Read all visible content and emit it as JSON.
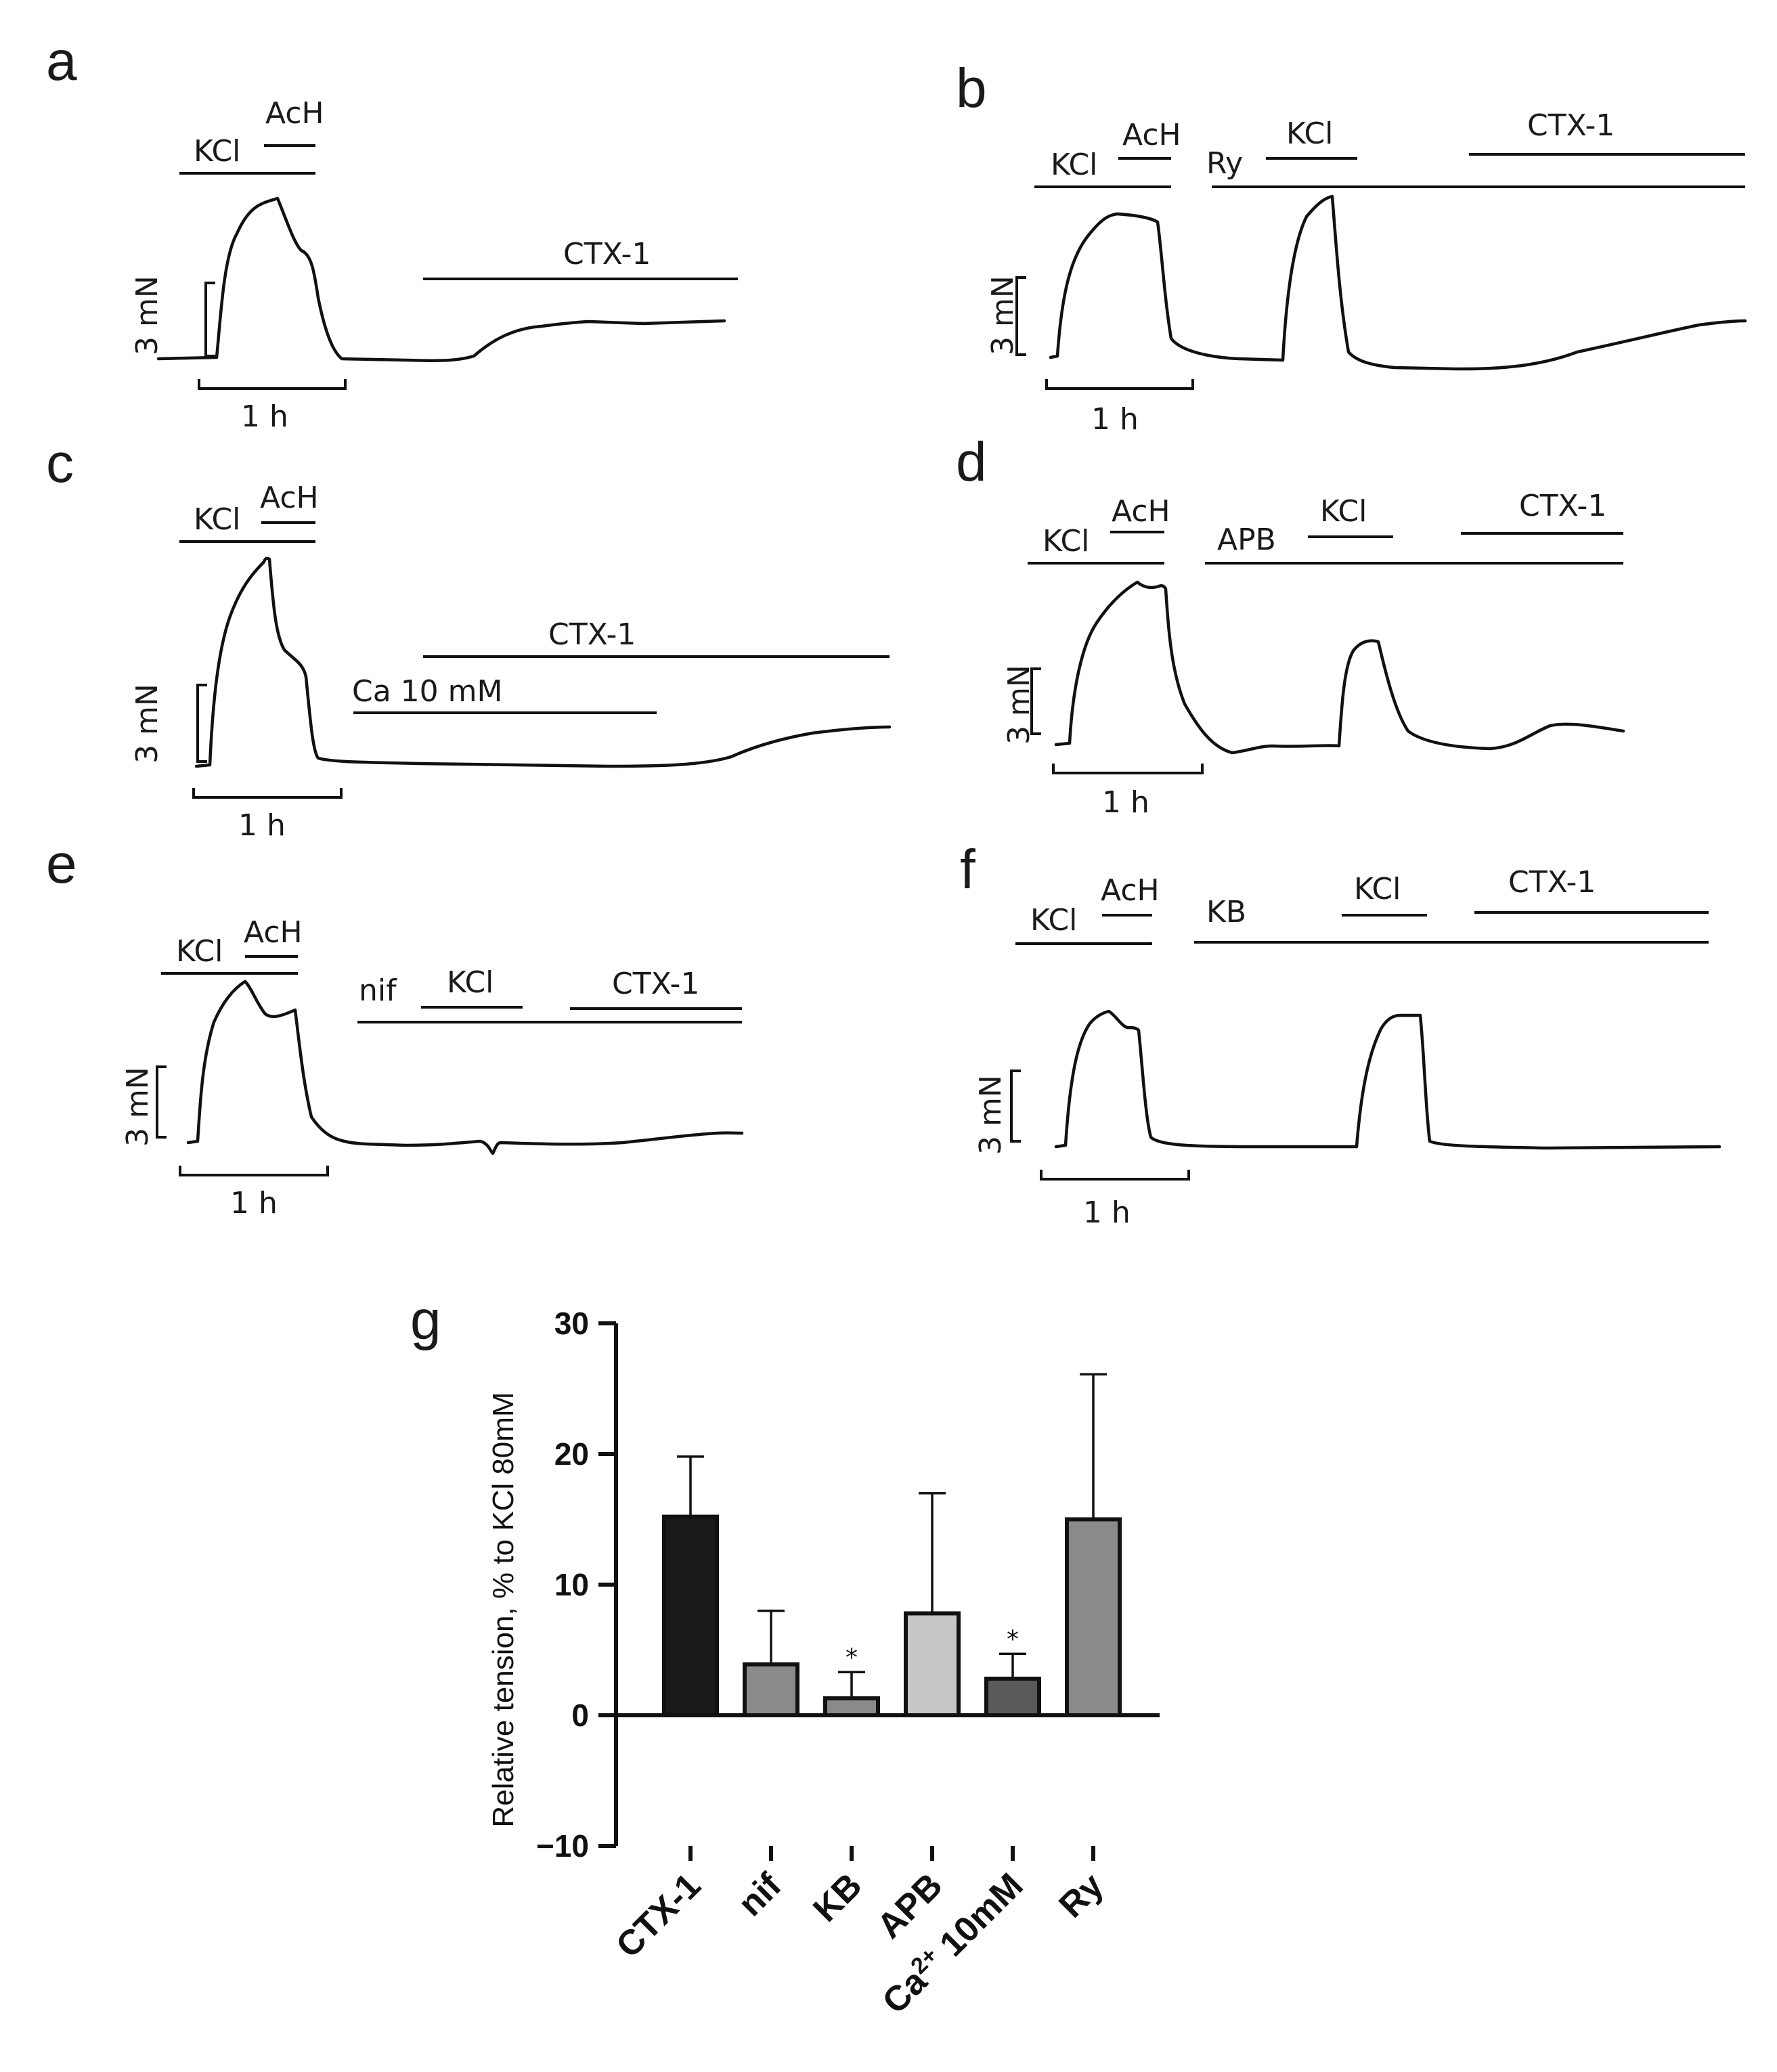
{
  "panels": {
    "a": {
      "letter": "a",
      "labels": {
        "kcl": "KCl",
        "ach": "AcH",
        "ctx": "CTX-1"
      },
      "scale": {
        "y": "3 mN",
        "x": "1 h"
      }
    },
    "b": {
      "letter": "b",
      "labels": {
        "kcl1": "KCl",
        "ach": "AcH",
        "drug": "Ry",
        "kcl2": "KCl",
        "ctx": "CTX-1"
      },
      "scale": {
        "y": "3 mN",
        "x": "1 h"
      }
    },
    "c": {
      "letter": "c",
      "labels": {
        "kcl": "KCl",
        "ach": "AcH",
        "ctx": "CTX-1",
        "ca": "Ca 10 mM"
      },
      "scale": {
        "y": "3 mN",
        "x": "1 h"
      }
    },
    "d": {
      "letter": "d",
      "labels": {
        "kcl1": "KCl",
        "ach": "AcH",
        "drug": "APB",
        "kcl2": "KCl",
        "ctx": "CTX-1"
      },
      "scale": {
        "y": "3 mN",
        "x": "1 h"
      }
    },
    "e": {
      "letter": "e",
      "labels": {
        "kcl1": "KCl",
        "ach": "AcH",
        "drug": "nif",
        "kcl2": "KCl",
        "ctx": "CTX-1"
      },
      "scale": {
        "y": "3 mN",
        "x": "1 h"
      }
    },
    "f": {
      "letter": "f",
      "labels": {
        "kcl1": "KCl",
        "ach": "AcH",
        "drug": "KB",
        "kcl2": "KCl",
        "ctx": "CTX-1"
      },
      "scale": {
        "y": "3 mN",
        "x": "1 h"
      }
    },
    "g": {
      "letter": "g"
    }
  },
  "chart_data": {
    "type": "bar",
    "title": "",
    "ylabel": "Relative tension, % to KCl 80mM",
    "xlabel": "",
    "ylim": [
      -10,
      30
    ],
    "yticks": [
      "30",
      "20",
      "10",
      "0",
      "−10"
    ],
    "grid": false,
    "categories": [
      {
        "main": "CTX-1",
        "sup": "",
        "rest": ""
      },
      {
        "main": "nif",
        "sup": "",
        "rest": ""
      },
      {
        "main": "KB",
        "sup": "",
        "rest": ""
      },
      {
        "main": "APB",
        "sup": "",
        "rest": ""
      },
      {
        "main": "Ca",
        "sup": "2+",
        "rest": " 10mM"
      },
      {
        "main": "Ry",
        "sup": "",
        "rest": ""
      }
    ],
    "values": [
      15.2,
      3.9,
      1.3,
      7.8,
      2.8,
      15.0
    ],
    "errors": [
      4.6,
      4.1,
      2.0,
      9.2,
      1.9,
      11.1
    ],
    "significance": [
      "",
      "",
      "*",
      "",
      "*",
      ""
    ],
    "colors": [
      "#1a1a1a",
      "#8a8a8a",
      "#8a8a8a",
      "#c6c6c6",
      "#5a5a5a",
      "#8a8a8a"
    ]
  }
}
